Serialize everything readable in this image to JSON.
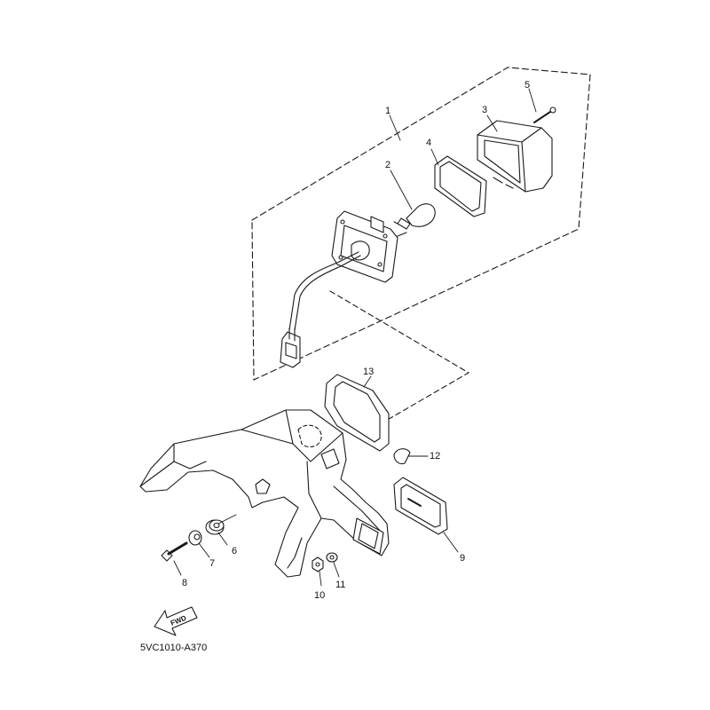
{
  "diagram": {
    "callouts": [
      {
        "id": "1",
        "label": "1"
      },
      {
        "id": "2",
        "label": "2"
      },
      {
        "id": "3",
        "label": "3"
      },
      {
        "id": "4",
        "label": "4"
      },
      {
        "id": "5",
        "label": "5"
      },
      {
        "id": "6",
        "label": "6"
      },
      {
        "id": "7",
        "label": "7"
      },
      {
        "id": "8",
        "label": "8"
      },
      {
        "id": "9",
        "label": "9"
      },
      {
        "id": "10",
        "label": "10"
      },
      {
        "id": "11",
        "label": "11"
      },
      {
        "id": "12",
        "label": "12"
      },
      {
        "id": "13",
        "label": "13"
      }
    ],
    "fwd_label": "FWD",
    "diagram_code": "5VC1010-A370"
  },
  "colors": {
    "line": "#1a1a1a",
    "background": "#ffffff"
  }
}
